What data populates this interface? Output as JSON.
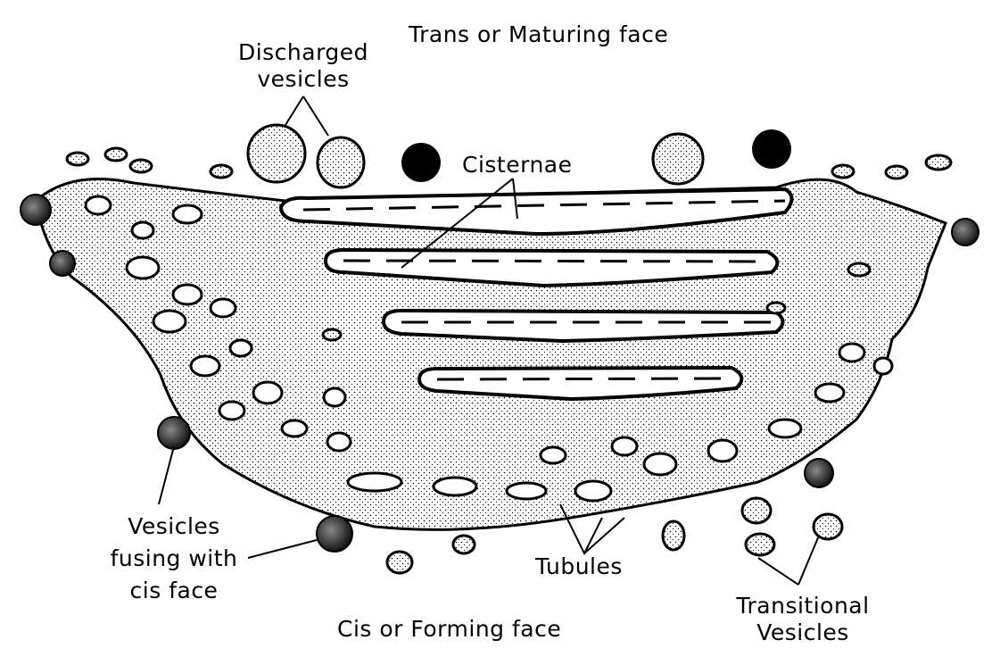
{
  "title": "Golgi apparatus",
  "labels": {
    "trans_face": "Trans or Maturing face",
    "discharged_vesicles_1": "Discharged",
    "discharged_vesicles_2": "vesicles",
    "cisternae": "Cisternae",
    "vesicles_fusing_1": "Vesicles",
    "vesicles_fusing_2": "fusing with",
    "vesicles_fusing_3": "cis face",
    "tubules": "Tubules",
    "cis_face": "Cis or Forming face",
    "transitional_1": "Transitional",
    "transitional_2": "Vesicles"
  }
}
